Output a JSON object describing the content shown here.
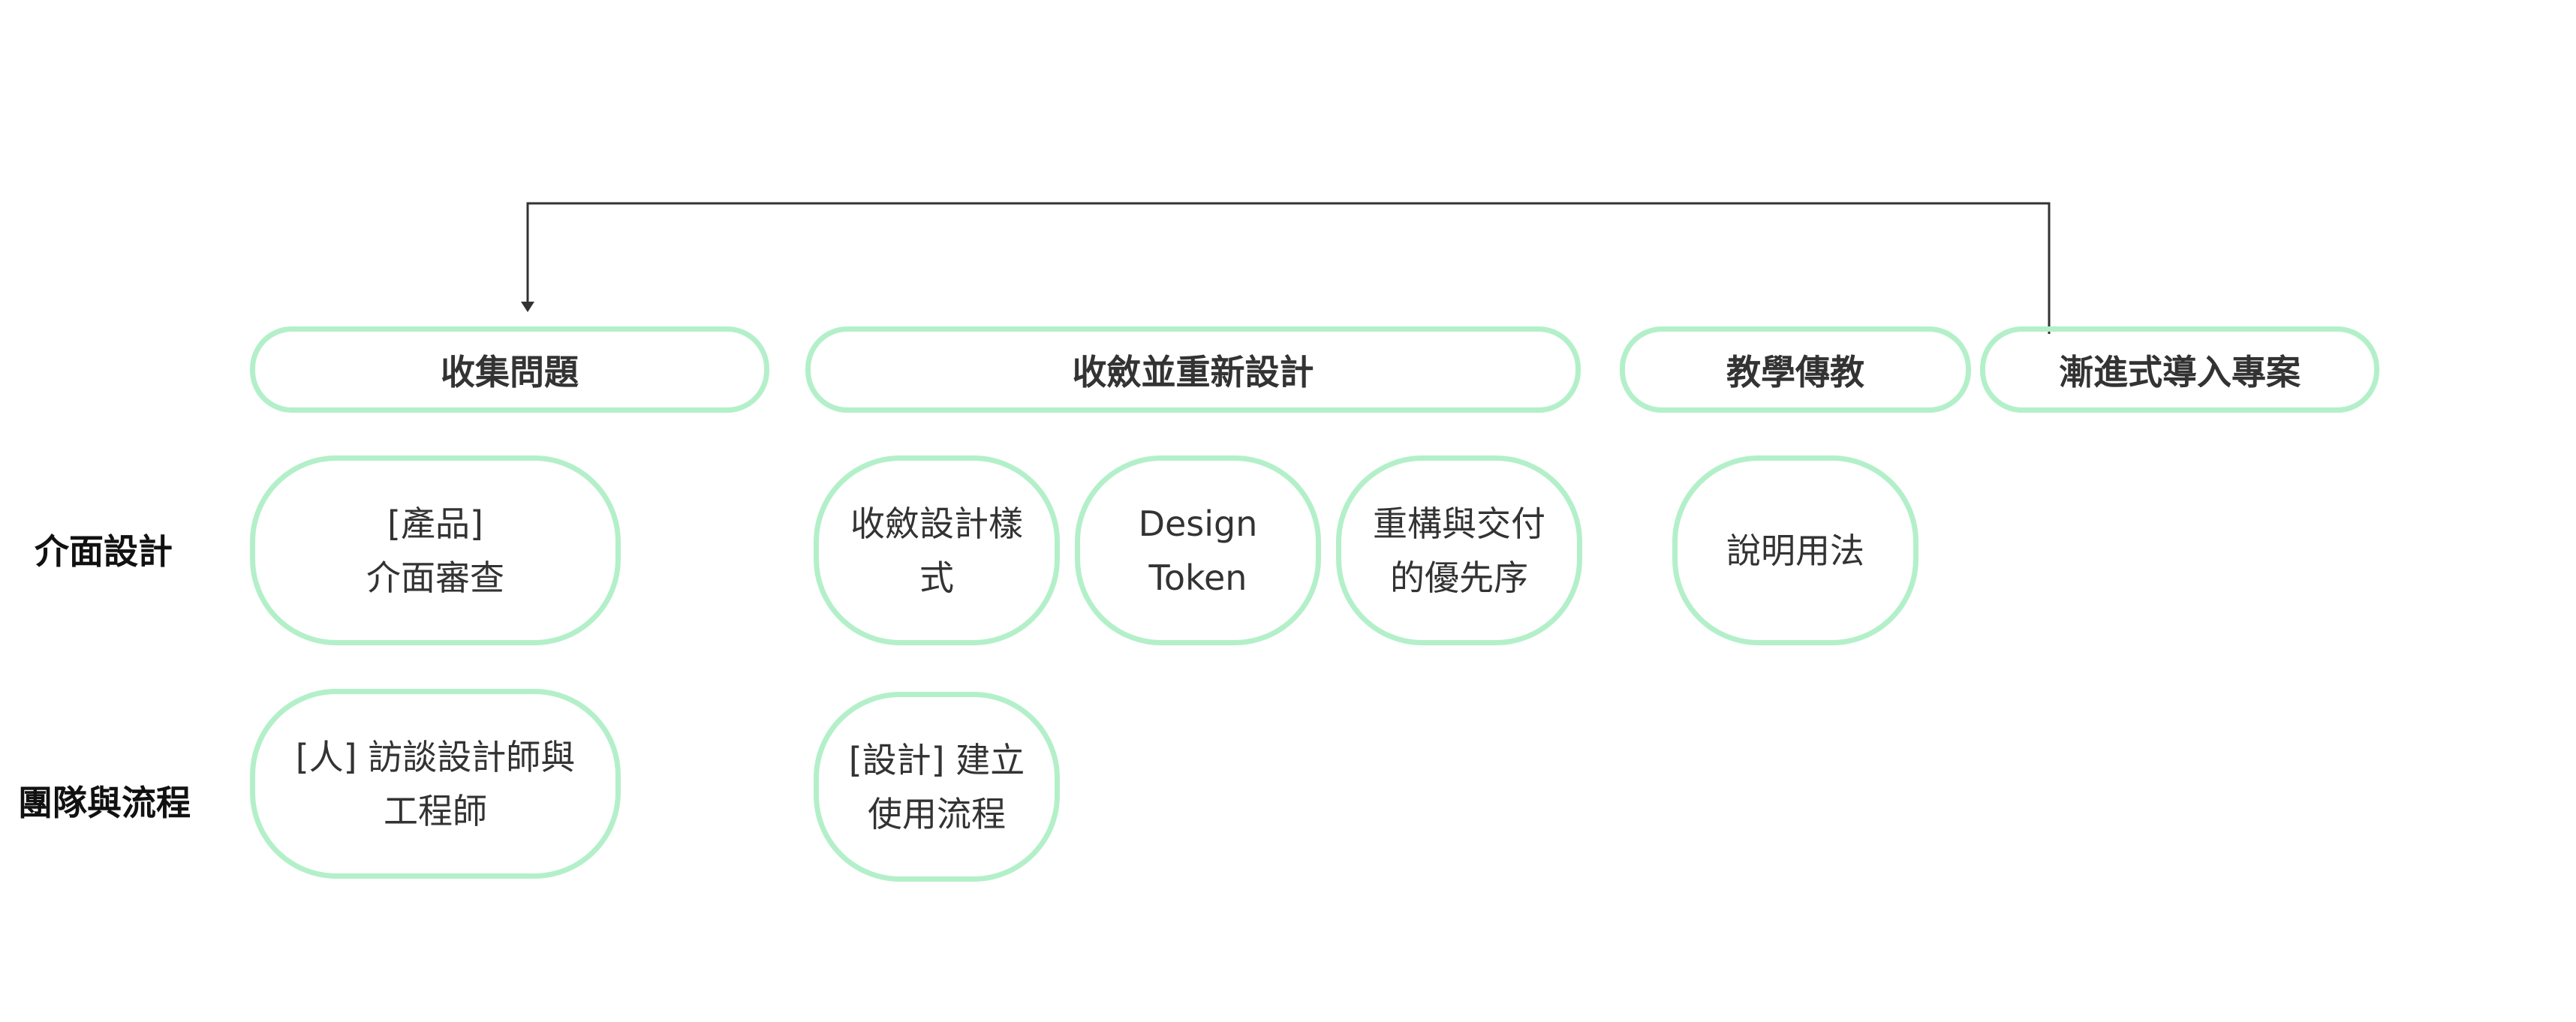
{
  "colors": {
    "border": "#b3f0c9",
    "text": "#333333",
    "line": "#333333"
  },
  "phases": [
    "收集問題",
    "收斂並重新設計",
    "教學傳教",
    "漸進式導入專案"
  ],
  "rows": [
    "介面設計",
    "團隊與流程"
  ],
  "nodes": {
    "product_review": "[產品]\n介面審查",
    "converge_styles": "收斂設計樣\n式",
    "design_token": "Design\nToken",
    "refactor_priority": "重構與交付\n的優先序",
    "usage_docs": "說明用法",
    "interview_designers": "[人] 訪談設計師與\n工程師",
    "build_process": "[設計] 建立\n使用流程"
  },
  "connector": {
    "from": "漸進式導入專案",
    "to": "收集問題"
  }
}
